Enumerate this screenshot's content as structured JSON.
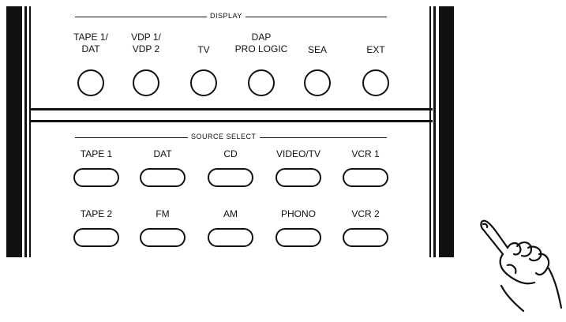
{
  "display": {
    "title": "DISPLAY",
    "buttons": [
      {
        "label": "TAPE 1/\nDAT"
      },
      {
        "label": "VDP 1/\nVDP 2"
      },
      {
        "label": "TV"
      },
      {
        "label": "DAP\nPRO LOGIC"
      },
      {
        "label": "SEA"
      },
      {
        "label": "EXT"
      }
    ]
  },
  "source_select": {
    "title": "SOURCE SELECT",
    "row1": [
      {
        "label": "TAPE 1"
      },
      {
        "label": "DAT"
      },
      {
        "label": "CD"
      },
      {
        "label": "VIDEO/TV"
      },
      {
        "label": "VCR 1"
      }
    ],
    "row2": [
      {
        "label": "TAPE 2"
      },
      {
        "label": "FM"
      },
      {
        "label": "AM"
      },
      {
        "label": "PHONO"
      },
      {
        "label": "VCR 2"
      }
    ]
  },
  "colors": {
    "ink": "#111111",
    "background": "#ffffff"
  },
  "icons": {
    "pointer": "pointing-hand-icon"
  }
}
